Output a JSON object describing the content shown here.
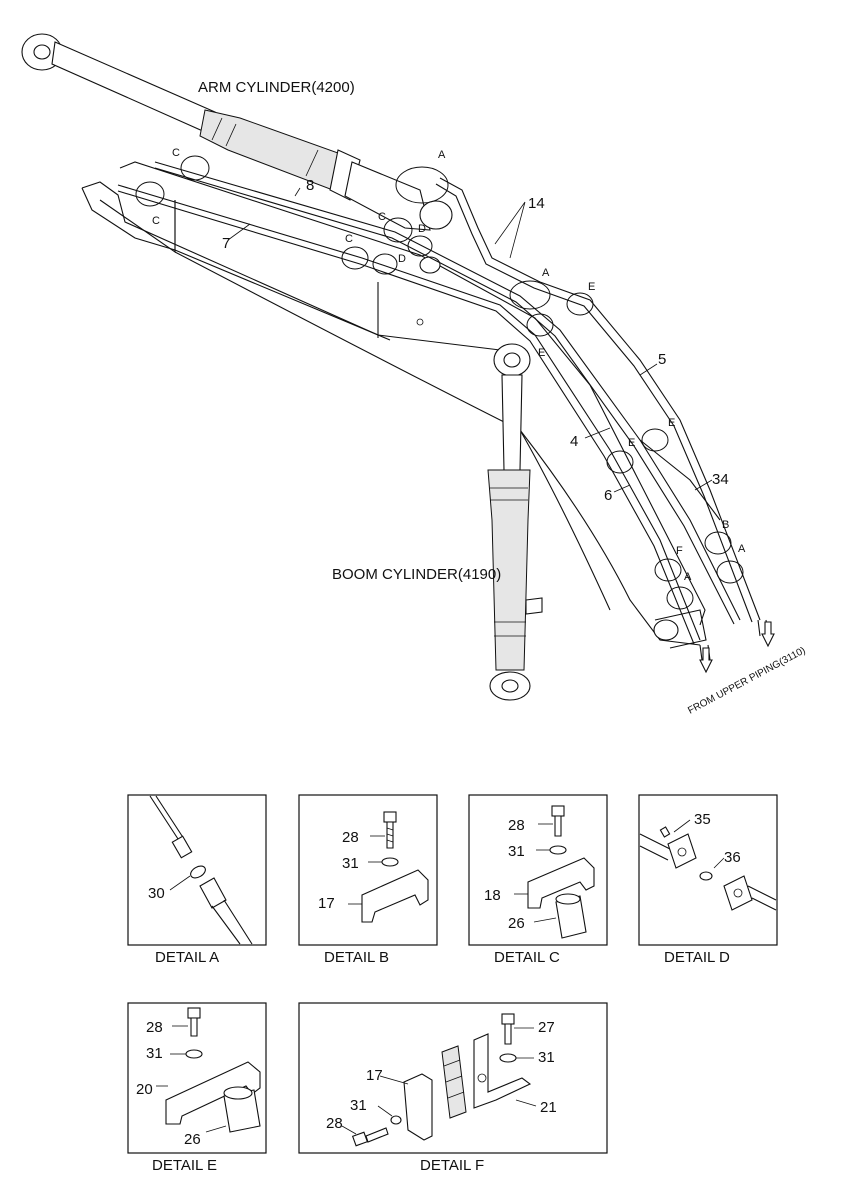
{
  "labels": {
    "arm_cylinder": "ARM CYLINDER(4200)",
    "boom_cylinder": "BOOM CYLINDER(4190)",
    "from_upper": "FROM UPPER PIPING(3110)"
  },
  "callouts": {
    "n8": "8",
    "n7": "7",
    "n14": "14",
    "n5": "5",
    "n4": "4",
    "n6": "6",
    "n34": "34",
    "A": "A",
    "B": "B",
    "C": "C",
    "D": "D",
    "E": "E",
    "F": "F"
  },
  "details": {
    "a": {
      "caption": "DETAIL A",
      "n30": "30"
    },
    "b": {
      "caption": "DETAIL B",
      "n28": "28",
      "n31": "31",
      "n17": "17"
    },
    "c": {
      "caption": "DETAIL C",
      "n28": "28",
      "n31": "31",
      "n18": "18",
      "n26": "26"
    },
    "d": {
      "caption": "DETAIL D",
      "n35": "35",
      "n36": "36"
    },
    "e": {
      "caption": "DETAIL E",
      "n28": "28",
      "n31": "31",
      "n20": "20",
      "n26": "26"
    },
    "f": {
      "caption": "DETAIL F",
      "n27": "27",
      "n31a": "31",
      "n17": "17",
      "n31b": "31",
      "n21": "21",
      "n28": "28"
    }
  }
}
